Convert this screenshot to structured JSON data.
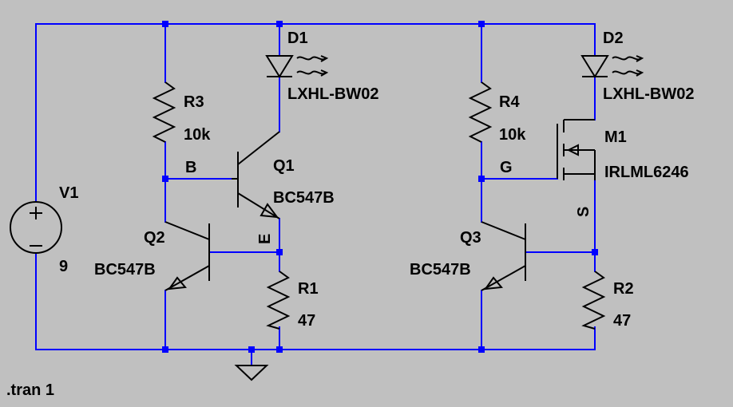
{
  "colors": {
    "background": "#c0c0c0",
    "wire": "#0000ff",
    "component": "#000000"
  },
  "components": {
    "V1": {
      "ref": "V1",
      "value": "9"
    },
    "R3": {
      "ref": "R3",
      "value": "10k"
    },
    "R4": {
      "ref": "R4",
      "value": "10k"
    },
    "R1": {
      "ref": "R1",
      "value": "47"
    },
    "R2": {
      "ref": "R2",
      "value": "47"
    },
    "D1": {
      "ref": "D1",
      "value": "LXHL-BW02"
    },
    "D2": {
      "ref": "D2",
      "value": "LXHL-BW02"
    },
    "Q1": {
      "ref": "Q1",
      "value": "BC547B"
    },
    "Q2": {
      "ref": "Q2",
      "value": "BC547B"
    },
    "Q3": {
      "ref": "Q3",
      "value": "BC547B"
    },
    "M1": {
      "ref": "M1",
      "value": "IRLML6246"
    }
  },
  "net_labels": {
    "base": "B",
    "emitter": "E",
    "gate": "G",
    "source": "S"
  },
  "directive": ".tran 1"
}
